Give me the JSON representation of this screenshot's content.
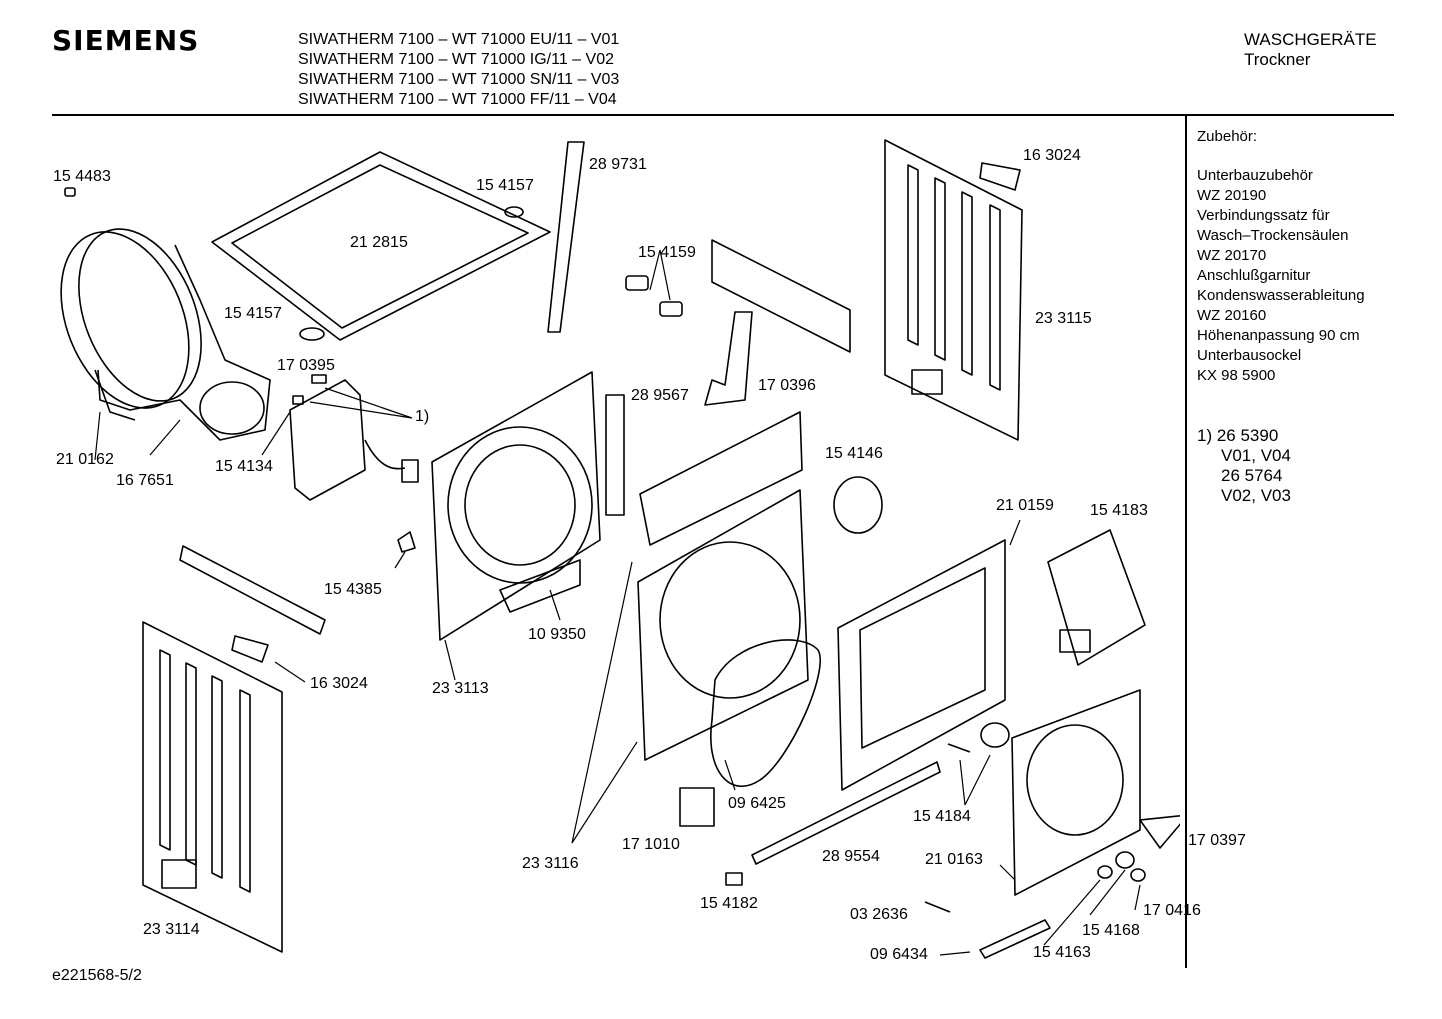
{
  "header": {
    "brand": "SIEMENS",
    "models": [
      "SIWATHERM 7100 – WT 71000 EU/11 – V01",
      "SIWATHERM 7100 – WT 71000 IG/11 – V02",
      "SIWATHERM 7100 – WT 71000 SN/11 – V03",
      "SIWATHERM 7100 – WT 71000 FF/11 – V04"
    ],
    "category": "WASCHGERÄTE",
    "subcategory": "Trockner"
  },
  "sidebar": {
    "title": "Zubehör:",
    "items": [
      "Unterbauzubehör",
      "WZ 20190",
      "Verbindungssatz für",
      "Wasch–Trockensäulen",
      "WZ 20170",
      "Anschlußgarnitur",
      "Kondenswasserableitung",
      "WZ 20160",
      "Höhenanpassung 90 cm",
      "Unterbausockel",
      "KX 98 5900"
    ],
    "footnote": [
      "1)  26 5390",
      "V01, V04",
      "26 5764",
      "V02, V03"
    ]
  },
  "parts": {
    "p154483": "15 4483",
    "p154157a": "15 4157",
    "p289731": "28 9731",
    "p212815": "21 2815",
    "p154157b": "15 4157",
    "p154159": "15 4159",
    "p163024a": "16 3024",
    "p233115": "23 3115",
    "p170395": "17 0395",
    "p1": "1)",
    "p170396": "17 0396",
    "p210162": "21 0162",
    "p167651": "16 7651",
    "p154134": "15 4134",
    "p289567": "28 9567",
    "p154146": "15 4146",
    "p210159": "21 0159",
    "p154183": "15 4183",
    "p154385": "15 4385",
    "p109350": "10 9350",
    "p163024b": "16 3024",
    "p233113": "23 3113",
    "p096425": "09 6425",
    "p154184": "15 4184",
    "p171010": "17 1010",
    "p289554": "28 9554",
    "p210163": "21 0163",
    "p170397": "17 0397",
    "p233116": "23 3116",
    "p154182": "15 4182",
    "p032636": "03 2636",
    "p170416": "17 0416",
    "p154168": "15 4168",
    "p233114": "23 3114",
    "p096434": "09 6434",
    "p154163": "15 4163"
  },
  "footer": {
    "drawing_id": "e221568-5/2"
  }
}
